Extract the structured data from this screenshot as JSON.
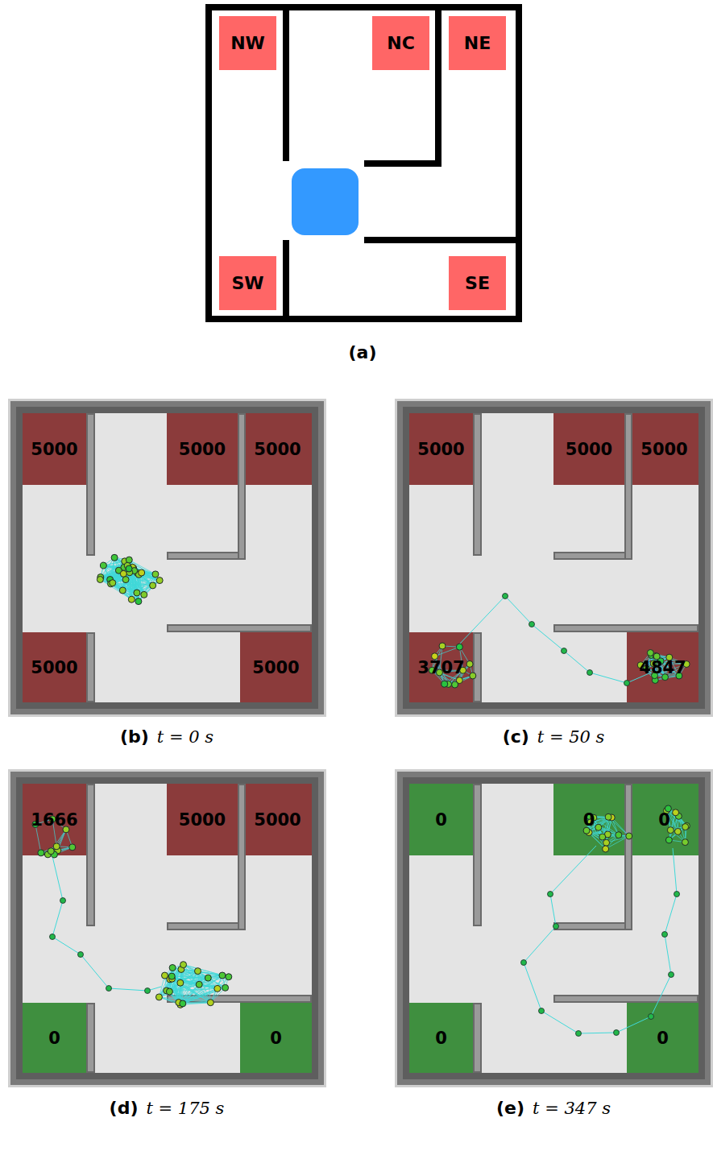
{
  "diagram": {
    "nodes": [
      {
        "text": [
          "NW"
        ]
      },
      {
        "text": [
          "NC"
        ]
      },
      {
        "text": [
          "NE"
        ]
      },
      {
        "text": [
          "SW"
        ]
      },
      {
        "text": [
          "SE"
        ]
      },
      {
        "text": [
          "5000"
        ]
      },
      {
        "text": [
          "5000"
        ]
      },
      {
        "text": [
          "5000"
        ]
      },
      {
        "text": [
          "5000"
        ]
      },
      {
        "text": [
          "5000"
        ]
      },
      {
        "text": [
          "5000"
        ]
      },
      {
        "text": [
          "5000"
        ]
      },
      {
        "text": [
          "5000"
        ]
      },
      {
        "text": [
          "3707"
        ]
      },
      {
        "text": [
          "4847"
        ]
      },
      {
        "text": [
          "1666"
        ]
      },
      {
        "text": [
          "5000"
        ]
      },
      {
        "text": [
          "5000"
        ]
      },
      {
        "text": [
          "0"
        ]
      },
      {
        "text": [
          "0"
        ]
      },
      {
        "text": [
          "0"
        ]
      },
      {
        "text": [
          "0"
        ]
      },
      {
        "text": [
          "0"
        ]
      },
      {
        "text": [
          "0"
        ]
      },
      {
        "text": [
          "0"
        ]
      }
    ],
    "labels": [
      "(a)",
      "(b)",
      "t = 0 s",
      "(c)",
      "t = 50 s",
      "(d)",
      "t = 175 s",
      "(e)",
      "t = 347 s"
    ]
  }
}
